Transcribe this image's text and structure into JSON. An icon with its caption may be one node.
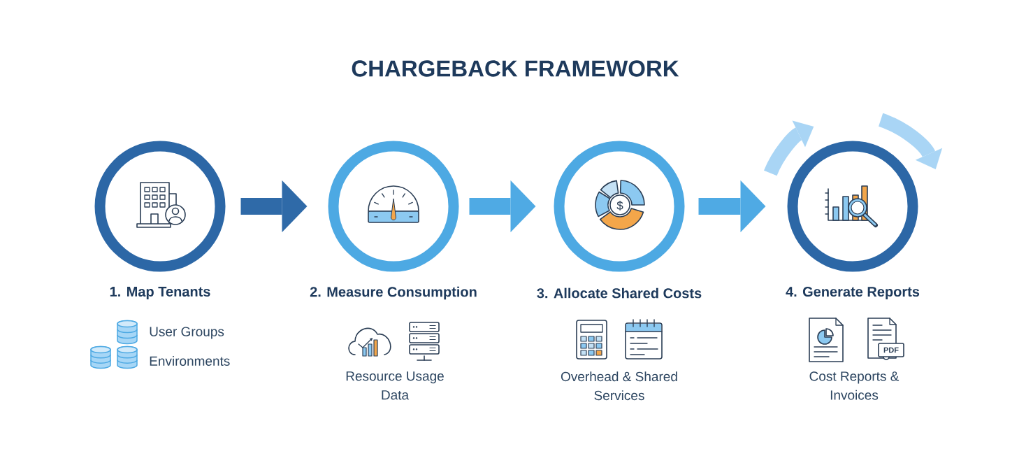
{
  "diagram": {
    "title": "CHARGEBACK FRAMEWORK",
    "nodes": [
      {
        "text": [
          "1. Map Tenants"
        ]
      },
      {
        "text": [
          "2. Measure Consumption"
        ]
      },
      {
        "text": [
          "3. Allocate Shared Costs"
        ]
      },
      {
        "text": [
          "4. Generate Reports"
        ]
      }
    ],
    "edges": [
      {
        "from": 0,
        "to": 1,
        "arrow": "to",
        "color": "#2f6aa8"
      },
      {
        "from": 1,
        "to": 2,
        "arrow": "to"
      },
      {
        "from": 2,
        "to": 3,
        "arrow": "to"
      }
    ],
    "labels": [
      "$",
      "User Groups",
      "Environments",
      "Resource Usage Data",
      "Overhead & Shared Services",
      "PDF",
      "Cost Reports & Invoices"
    ]
  }
}
